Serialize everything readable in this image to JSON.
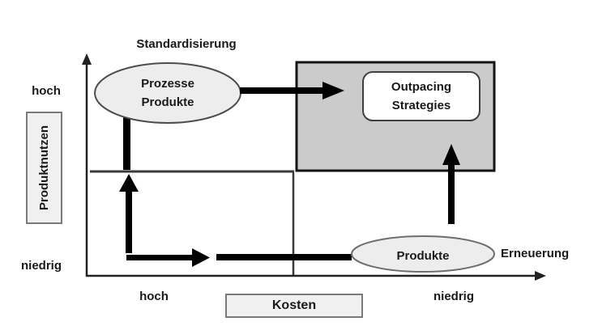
{
  "diagram": {
    "type": "quadrant-strategy-diagram",
    "top_annotation": "Standardisierung",
    "right_annotation": "Erneuerung",
    "y_axis": {
      "label": "Produktnutzen",
      "high_label": "hoch",
      "low_label": "niedrig"
    },
    "x_axis": {
      "label": "Kosten",
      "high_label": "hoch",
      "low_label": "niedrig"
    },
    "nodes": {
      "prozesse_produkte": {
        "line1": "Prozesse",
        "line2": "Produkte"
      },
      "outpacing": {
        "line1": "Outpacing",
        "line2": "Strategies"
      },
      "produkte": {
        "label": "Produkte"
      }
    },
    "colors": {
      "arrow": "#000000",
      "quadrant_box_fill": "#cbcbcb",
      "quadrant_box_border": "#141414",
      "ellipse_fill": "#ededed",
      "ellipse_border": "#555555",
      "label_box_fill": "#f0f0f0",
      "label_box_border": "#7a7a7a",
      "divider": "#3a3a3a",
      "axis": "#222222",
      "text": "#1a1a1a"
    }
  }
}
